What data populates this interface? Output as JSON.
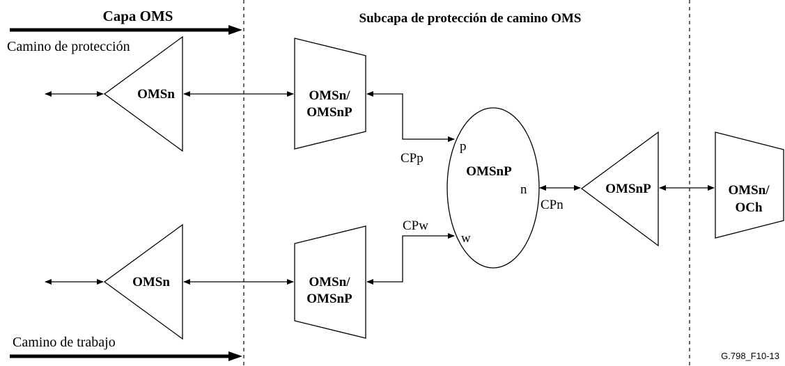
{
  "headers": {
    "oms_layer": "Capa OMS",
    "sublayer": "Subcapa de protección de camino OMS"
  },
  "paths": {
    "protection": "Camino de protección",
    "working": "Camino de trabajo"
  },
  "blocks": {
    "top_triangle": "OMSn",
    "bottom_triangle": "OMSn",
    "top_adapter_line1": "OMSn/",
    "top_adapter_line2": "OMSnP",
    "bottom_adapter_line1": "OMSn/",
    "bottom_adapter_line2": "OMSnP",
    "connection": "OMSnP",
    "right_triangle": "OMSnP",
    "right_adapter_line1": "OMSn/",
    "right_adapter_line2": "OCh"
  },
  "ports": {
    "p": "p",
    "w": "w",
    "n": "n"
  },
  "points": {
    "cpp": "CPp",
    "cpw": "CPw",
    "cpn": "CPn"
  },
  "figure_id": "G.798_F10-13"
}
